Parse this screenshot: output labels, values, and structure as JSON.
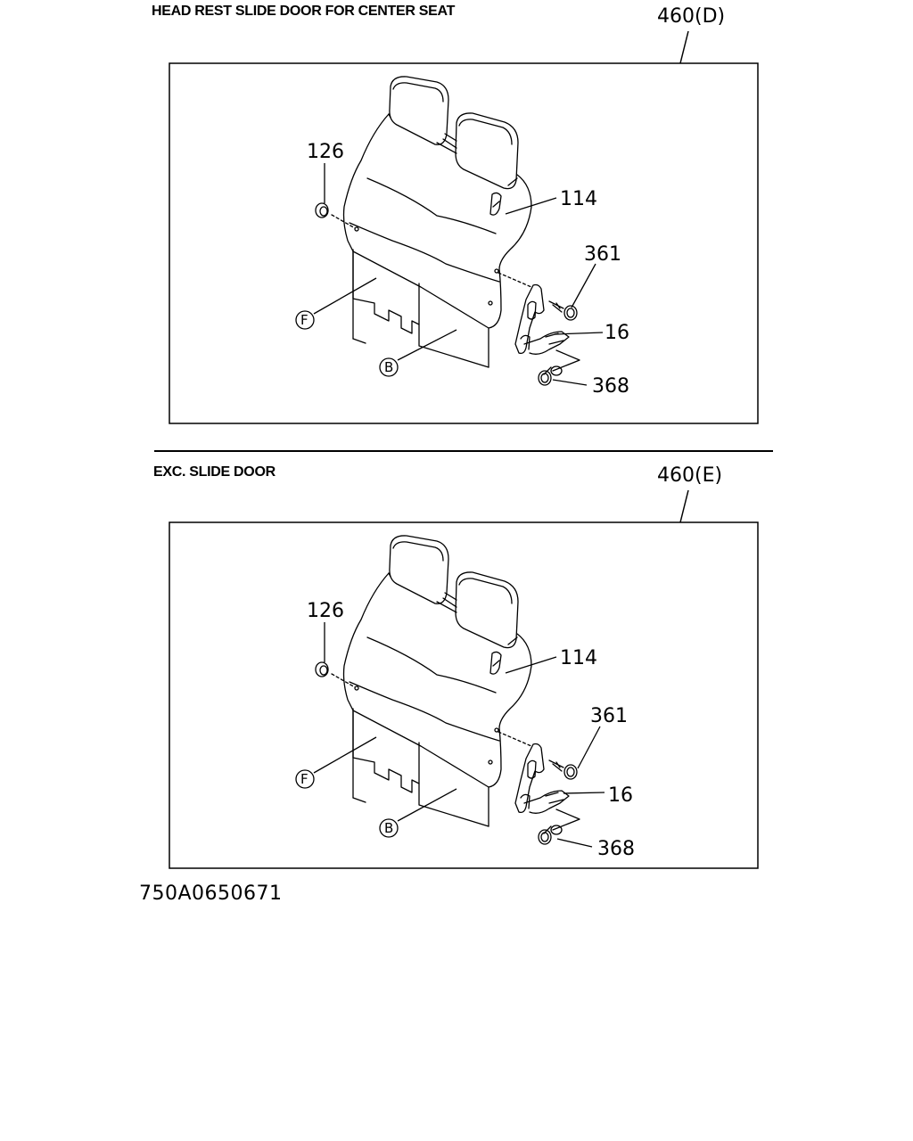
{
  "panels": [
    {
      "title": "HEAD REST SLIDE DOOR FOR CENTER SEAT",
      "ref": "460(D)",
      "parts": {
        "p126": "126",
        "p114": "114",
        "p361": "361",
        "p16": "16",
        "p368": "368",
        "pF": "F",
        "pB": "B"
      }
    },
    {
      "title": "EXC. SLIDE DOOR",
      "ref": "460(E)",
      "parts": {
        "p126": "126",
        "p114": "114",
        "p361": "361",
        "p16": "16",
        "p368": "368",
        "pF": "F",
        "pB": "B"
      }
    }
  ],
  "footer_code": "750A0650671"
}
